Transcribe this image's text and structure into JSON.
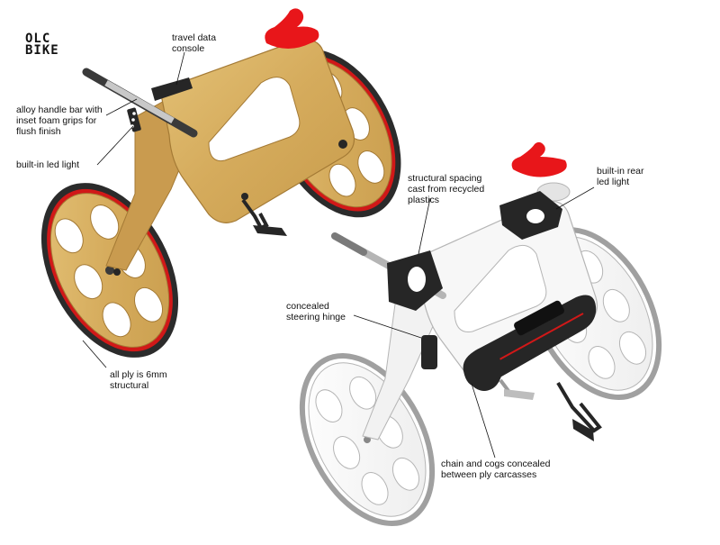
{
  "logo": {
    "line1": "OLC",
    "line2": "BIKE"
  },
  "colors": {
    "ply": "#d8b060",
    "ply_dark": "#b88a3c",
    "ply_edge": "#a47a35",
    "tyre": "#2b2b2b",
    "rim": "#d11818",
    "seat": "#e8161a",
    "plastic": "#262626",
    "ghost_fill": "#f7f7f7",
    "ghost_line": "#b5b5b5",
    "leader": "#111111"
  },
  "labels": {
    "travel_console": "travel data\nconsole",
    "handle_bar": "alloy handle bar with\ninset foam grips for\nflush finish",
    "led_front": "built-in led light",
    "ply": "all ply is 6mm\nstructural",
    "spacing": "structural spacing\ncast from recycled\nplastics",
    "led_rear": "built-in rear\nled light",
    "hinge": "concealed\nsteering hinge",
    "chain": "chain and cogs concealed\nbetween ply carcasses"
  }
}
